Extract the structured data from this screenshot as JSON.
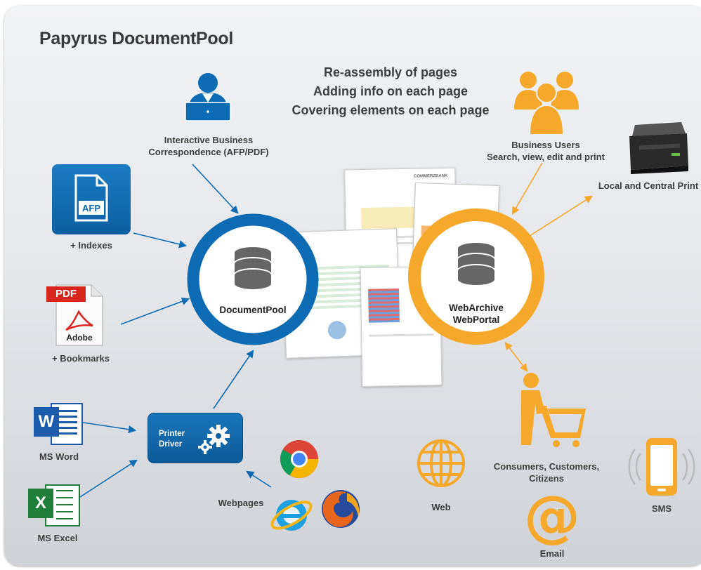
{
  "title": "Papyrus DocumentPool",
  "tagline": [
    "Re-assembly of pages",
    "Adding info on each page",
    "Covering elements on each page"
  ],
  "nodes": {
    "interactive": [
      "Interactive Business",
      "Correspondence (AFP/PDF)"
    ],
    "afp_badge": "AFP",
    "indexes": "+ Indexes",
    "pdf_badge": "PDF",
    "adobe": "Adobe",
    "bookmarks": "+ Bookmarks",
    "word": "MS Word",
    "excel": "MS Excel",
    "printer_driver": [
      "Printer",
      "Driver"
    ],
    "webpages": "Webpages",
    "documentpool": "DocumentPool",
    "webarchive": [
      "WebArchive",
      "WebPortal"
    ],
    "business_users": [
      "Business Users",
      "Search, view, edit and print"
    ],
    "print": "Local and Central Print",
    "web": "Web",
    "consumers": [
      "Consumers, Customers,",
      "Citizens"
    ],
    "email": "Email",
    "sms": "SMS",
    "bank_header": "COMMERZBANK"
  },
  "colors": {
    "blue": "#0c6bb3",
    "orange": "#f5a829",
    "dark_text": "#3d3d3d"
  }
}
